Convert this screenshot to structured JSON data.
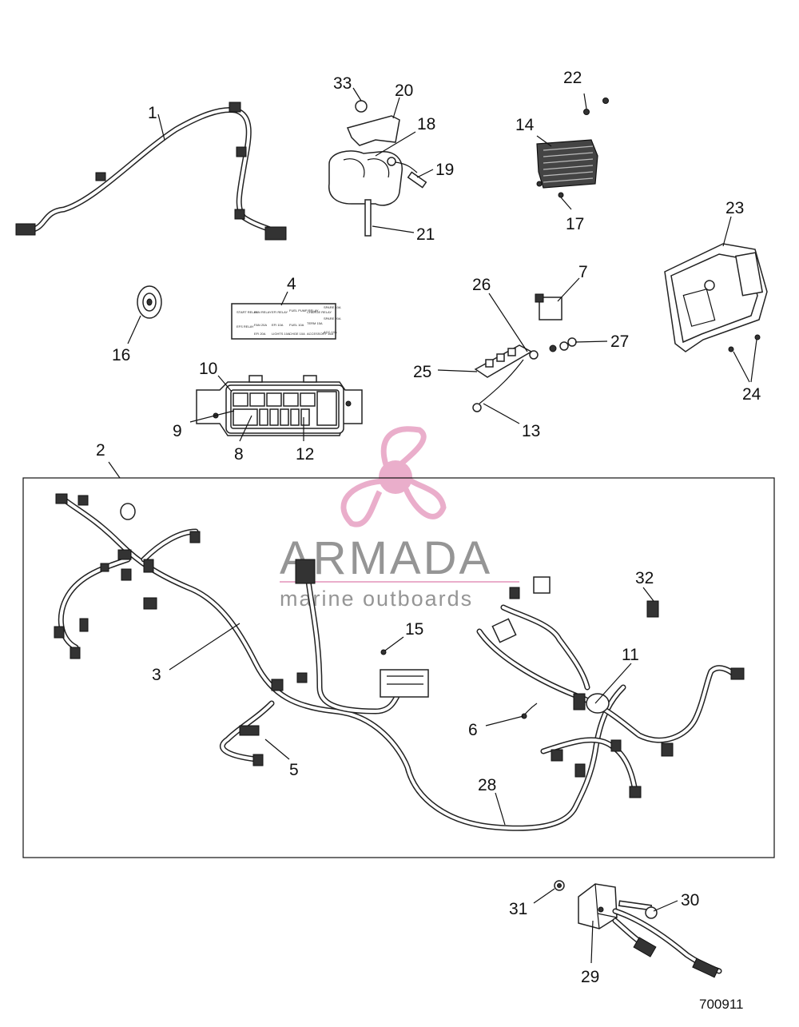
{
  "diagram": {
    "reference_number": "700911",
    "watermark": {
      "brand": "ARMADA",
      "tagline": "marine outboards",
      "logo_color": "#e8a6c6"
    },
    "callouts": [
      {
        "id": "c1",
        "label": "1"
      },
      {
        "id": "c2",
        "label": "2"
      },
      {
        "id": "c3",
        "label": "3"
      },
      {
        "id": "c4",
        "label": "4"
      },
      {
        "id": "c5",
        "label": "5"
      },
      {
        "id": "c6",
        "label": "6"
      },
      {
        "id": "c7",
        "label": "7"
      },
      {
        "id": "c8",
        "label": "8"
      },
      {
        "id": "c9",
        "label": "9"
      },
      {
        "id": "c10",
        "label": "10"
      },
      {
        "id": "c11",
        "label": "11"
      },
      {
        "id": "c12",
        "label": "12"
      },
      {
        "id": "c13",
        "label": "13"
      },
      {
        "id": "c14",
        "label": "14"
      },
      {
        "id": "c15",
        "label": "15"
      },
      {
        "id": "c16",
        "label": "16"
      },
      {
        "id": "c17",
        "label": "17"
      },
      {
        "id": "c18",
        "label": "18"
      },
      {
        "id": "c19",
        "label": "19"
      },
      {
        "id": "c20",
        "label": "20"
      },
      {
        "id": "c21",
        "label": "21"
      },
      {
        "id": "c22",
        "label": "22"
      },
      {
        "id": "c23",
        "label": "23"
      },
      {
        "id": "c24",
        "label": "24"
      },
      {
        "id": "c25",
        "label": "25"
      },
      {
        "id": "c26",
        "label": "26"
      },
      {
        "id": "c27",
        "label": "27"
      },
      {
        "id": "c28",
        "label": "28"
      },
      {
        "id": "c29",
        "label": "29"
      },
      {
        "id": "c30",
        "label": "30"
      },
      {
        "id": "c31",
        "label": "31"
      },
      {
        "id": "c32",
        "label": "32"
      },
      {
        "id": "c33",
        "label": "33"
      }
    ],
    "decal_labels": [
      "START RELAY",
      "FAN RELAY",
      "EFI RELAY",
      "FUEL PUMP RELAY",
      "CHARGE RELAY",
      "SPARE 10A",
      "EFS RELAY",
      "FAN 20A",
      "EFI 10A",
      "FUEL 10A",
      "TERM 15A",
      "SPARE 20A",
      "EFI 20A",
      "LIGHTS 10A",
      "CHGE 10A",
      "ACCESSORY 15A",
      "ACC 10A"
    ]
  }
}
